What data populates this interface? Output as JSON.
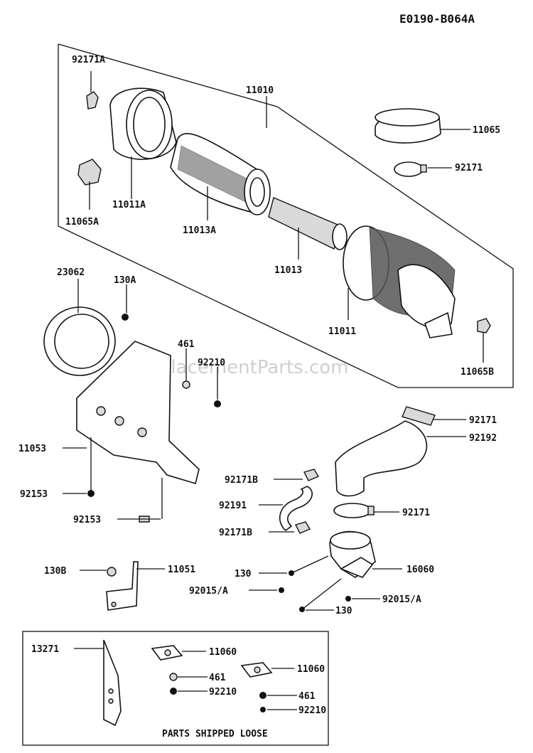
{
  "diagram_code": "E0190-B064A",
  "watermark": "eReplacementParts.com",
  "loose_parts_caption": "PARTS SHIPPED LOOSE",
  "labels": {
    "p92171A": "92171A",
    "p11010": "11010",
    "p11065": "11065",
    "p92171_top": "92171",
    "p11011A": "11011A",
    "p11065A": "11065A",
    "p11013A": "11013A",
    "p11013": "11013",
    "p11011": "11011",
    "p11065B": "11065B",
    "p23062": "23062",
    "p130A": "130A",
    "p461": "461",
    "p92210": "92210",
    "p92171_hose": "92171",
    "p92192": "92192",
    "p11053": "11053",
    "p92153_a": "92153",
    "p92153_b": "92153",
    "p92171B_a": "92171B",
    "p92191": "92191",
    "p92171_clamp": "92171",
    "p92171B_b": "92171B",
    "p130": "130",
    "p16060": "16060",
    "p130B": "130B",
    "p11051": "11051",
    "p92015A_a": "92015/A",
    "p92015A_b": "92015/A",
    "p130_b": "130",
    "p13271": "13271",
    "p11060_a": "11060",
    "p461_a": "461",
    "p92210_a": "92210",
    "p11060_b": "11060",
    "p461_b": "461",
    "p92210_b": "92210"
  }
}
